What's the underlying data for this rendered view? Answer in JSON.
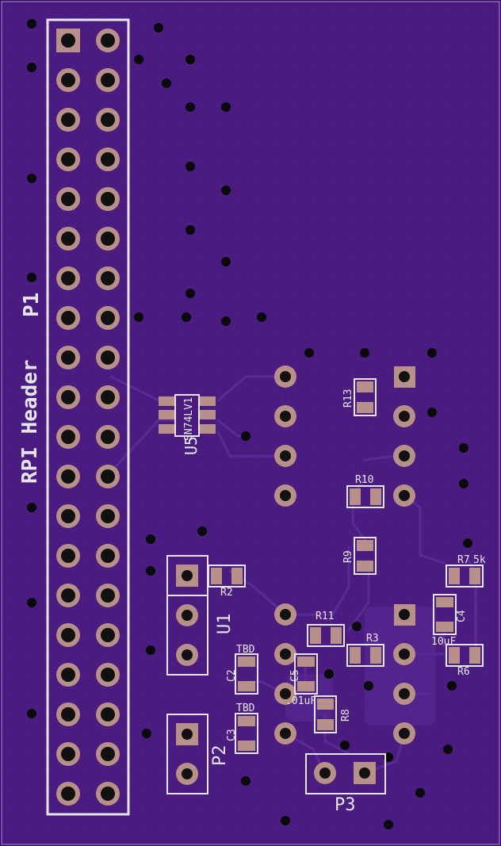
{
  "board": {
    "substrate_color": "#4b1c80",
    "trace_color": "#5a2a96",
    "silk_color": "#e6e6ea",
    "pad_color": "#b8908a",
    "hole_color": "#111111"
  },
  "labels": {
    "header_name": "RPI Header",
    "header_ref": "P1",
    "u5_value": "SN74LV1",
    "u5_ref": "U5",
    "u1_ref": "U1",
    "p2_ref": "P2",
    "p3_ref": "P3",
    "r2": "R2",
    "c2": "C2",
    "c2_value": "TBD",
    "c3": "C3",
    "c3_value": "TBD",
    "c5": "C5",
    "c5_value": ".01uF",
    "r11": "R11",
    "r3": "R3",
    "r8": "R8",
    "r10": "R10",
    "r13": "R13",
    "r9": "R9",
    "r7": "R7",
    "r7_value": "5k",
    "c4": "C4",
    "c4_value": "10uF",
    "r6": "R6"
  },
  "header": {
    "rows": 20,
    "cols": 2
  }
}
